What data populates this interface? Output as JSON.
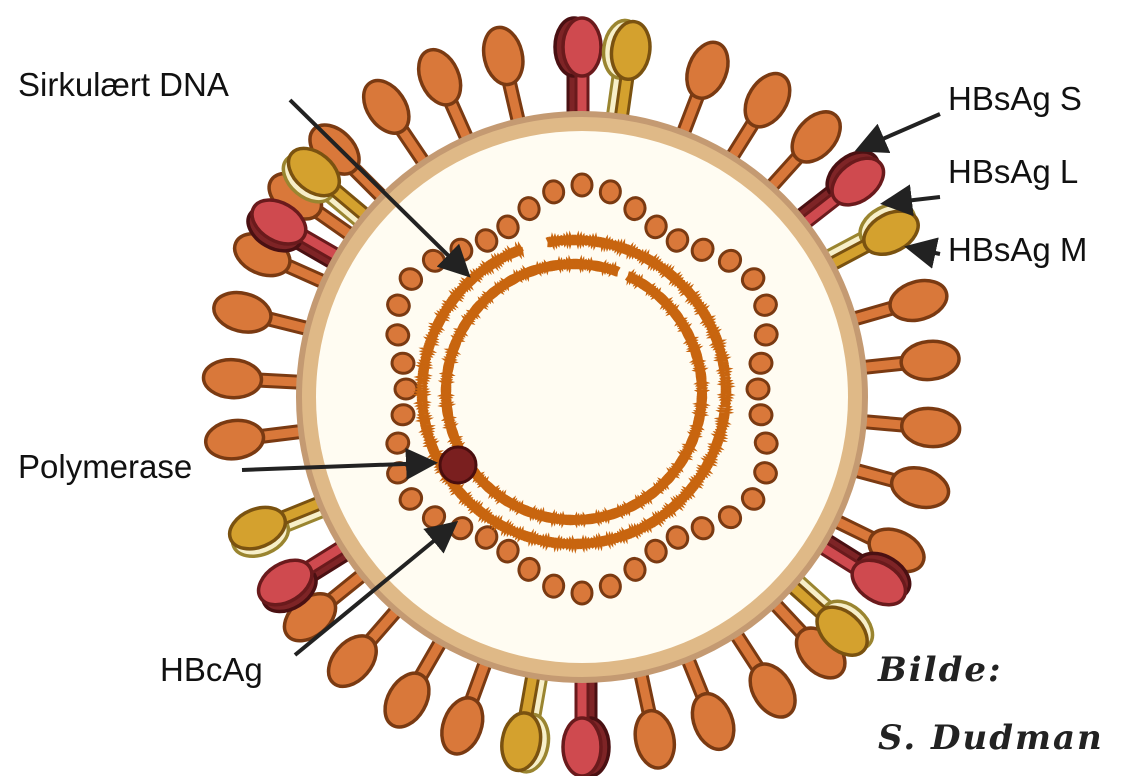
{
  "labels": {
    "dna": "Sirkulært DNA",
    "hbsag_s": "HBsAg S",
    "hbsag_l": "HBsAg L",
    "hbsag_m": "HBsAg M",
    "polymerase": "Polymerase",
    "hbcag": "HBcAg"
  },
  "credit": {
    "line1": "Bilde:",
    "line2": "S. Dudman"
  },
  "colors": {
    "envelope": "#dfb987",
    "interior": "#fffcf2",
    "hbsag_s": "#d9783a",
    "hbsag_l": "#cf4a4f",
    "hbsag_l_back": "#7e2426",
    "hbsag_m": "#d4a12e",
    "hbsag_m_back": "#f7efc9",
    "capsid": "#d9783a",
    "dna": "#c8650f",
    "polymerase": "#7a1f1f",
    "arrow": "#222222"
  }
}
